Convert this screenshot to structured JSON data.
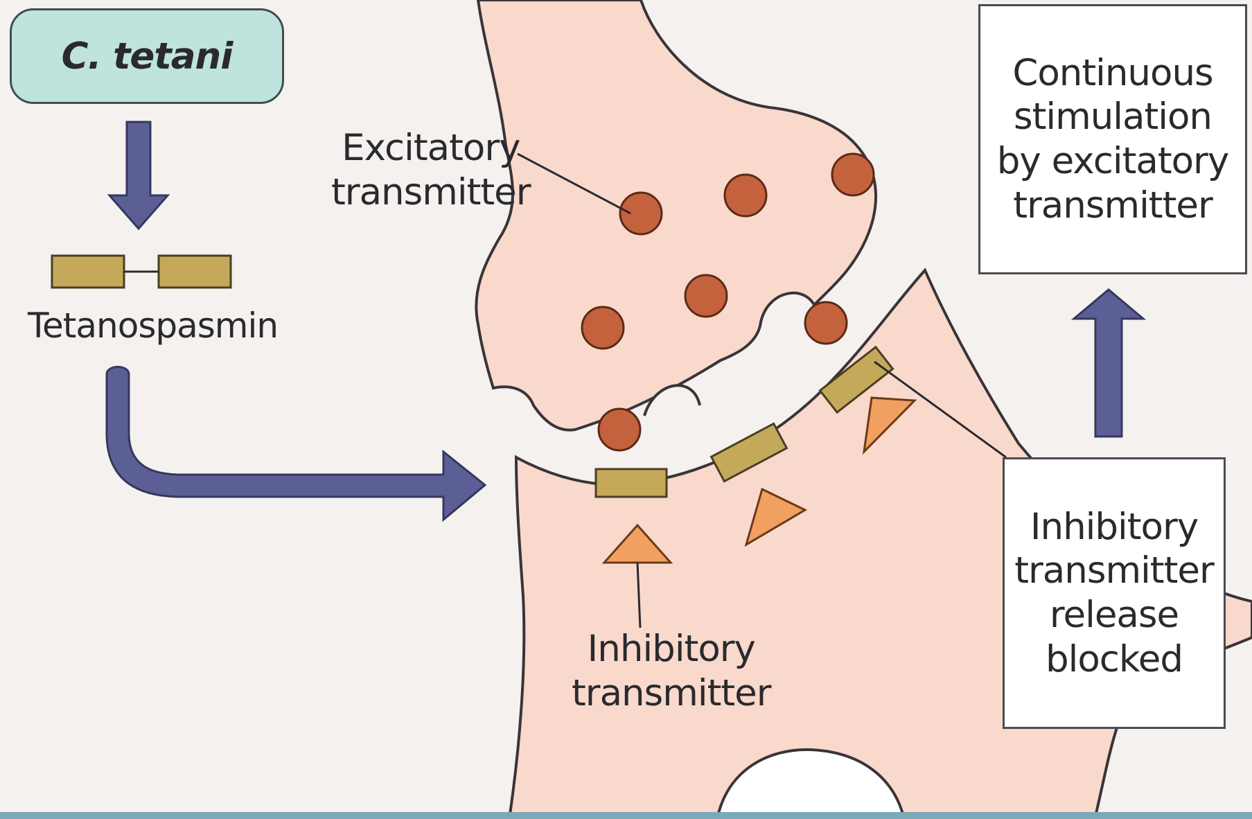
{
  "organism": {
    "label": "C. tetani"
  },
  "toxin": {
    "label": "Tetanospasmin"
  },
  "excitatory": {
    "line1": "Excitatory",
    "line2": "transmitter"
  },
  "inhibitory": {
    "line1": "Inhibitory",
    "line2": "transmitter"
  },
  "result_box": {
    "line1": "Continuous",
    "line2": "stimulation",
    "line3": "by excitatory",
    "line4": "transmitter"
  },
  "blocked_box": {
    "line1": "Inhibitory",
    "line2": "transmitter",
    "line3": "release",
    "line4": "blocked"
  },
  "colors": {
    "background": "#f4f1ef",
    "neuron_fill": "#f8d9cc",
    "vesicle_fill": "#c4623e",
    "toxin_fill": "#c5a95a",
    "inhibitor_fill": "#f1a060",
    "arrow_fill": "#5c5f95",
    "organism_fill": "#bfe3dd"
  },
  "icons": [
    "vesicle-icon",
    "toxin-molecule-icon",
    "inhibitory-transmitter-icon",
    "flow-arrow-icon"
  ]
}
